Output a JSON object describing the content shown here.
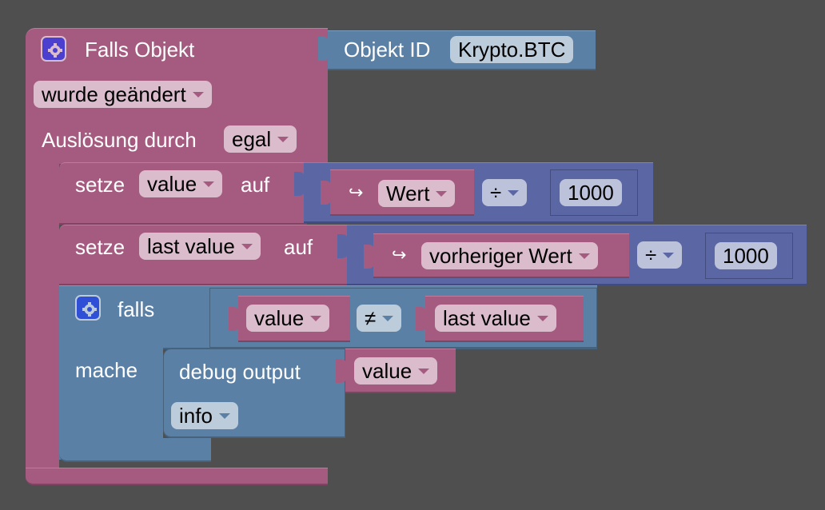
{
  "event_block": {
    "title": "Falls Objekt",
    "object_id_label": "Objekt ID",
    "object_id_value": "Krypto.BTC",
    "trigger_type": "wurde geändert",
    "trigger_by_label": "Auslösung durch",
    "trigger_by_value": "egal",
    "gear_icon": "gear-icon"
  },
  "set_value": {
    "prefix": "setze",
    "variable": "value",
    "suffix": "auf",
    "arrow_icon": "↪",
    "source": "Wert",
    "operator": "÷",
    "number": "1000"
  },
  "set_last_value": {
    "prefix": "setze",
    "variable": "last value",
    "suffix": "auf",
    "arrow_icon": "↪",
    "source": "vorheriger Wert",
    "operator": "÷",
    "number": "1000"
  },
  "if_block": {
    "label_if": "falls",
    "label_do": "mache",
    "left": "value",
    "comparator": "≠",
    "right": "last value",
    "gear_icon": "gear-icon"
  },
  "debug_block": {
    "label": "debug output",
    "value": "value",
    "level": "info"
  },
  "colors": {
    "background": "#4f4f4f",
    "event": "#a55b80",
    "logic": "#5b80a5",
    "math": "#5b67a5",
    "gear": "#4a3fcf"
  }
}
